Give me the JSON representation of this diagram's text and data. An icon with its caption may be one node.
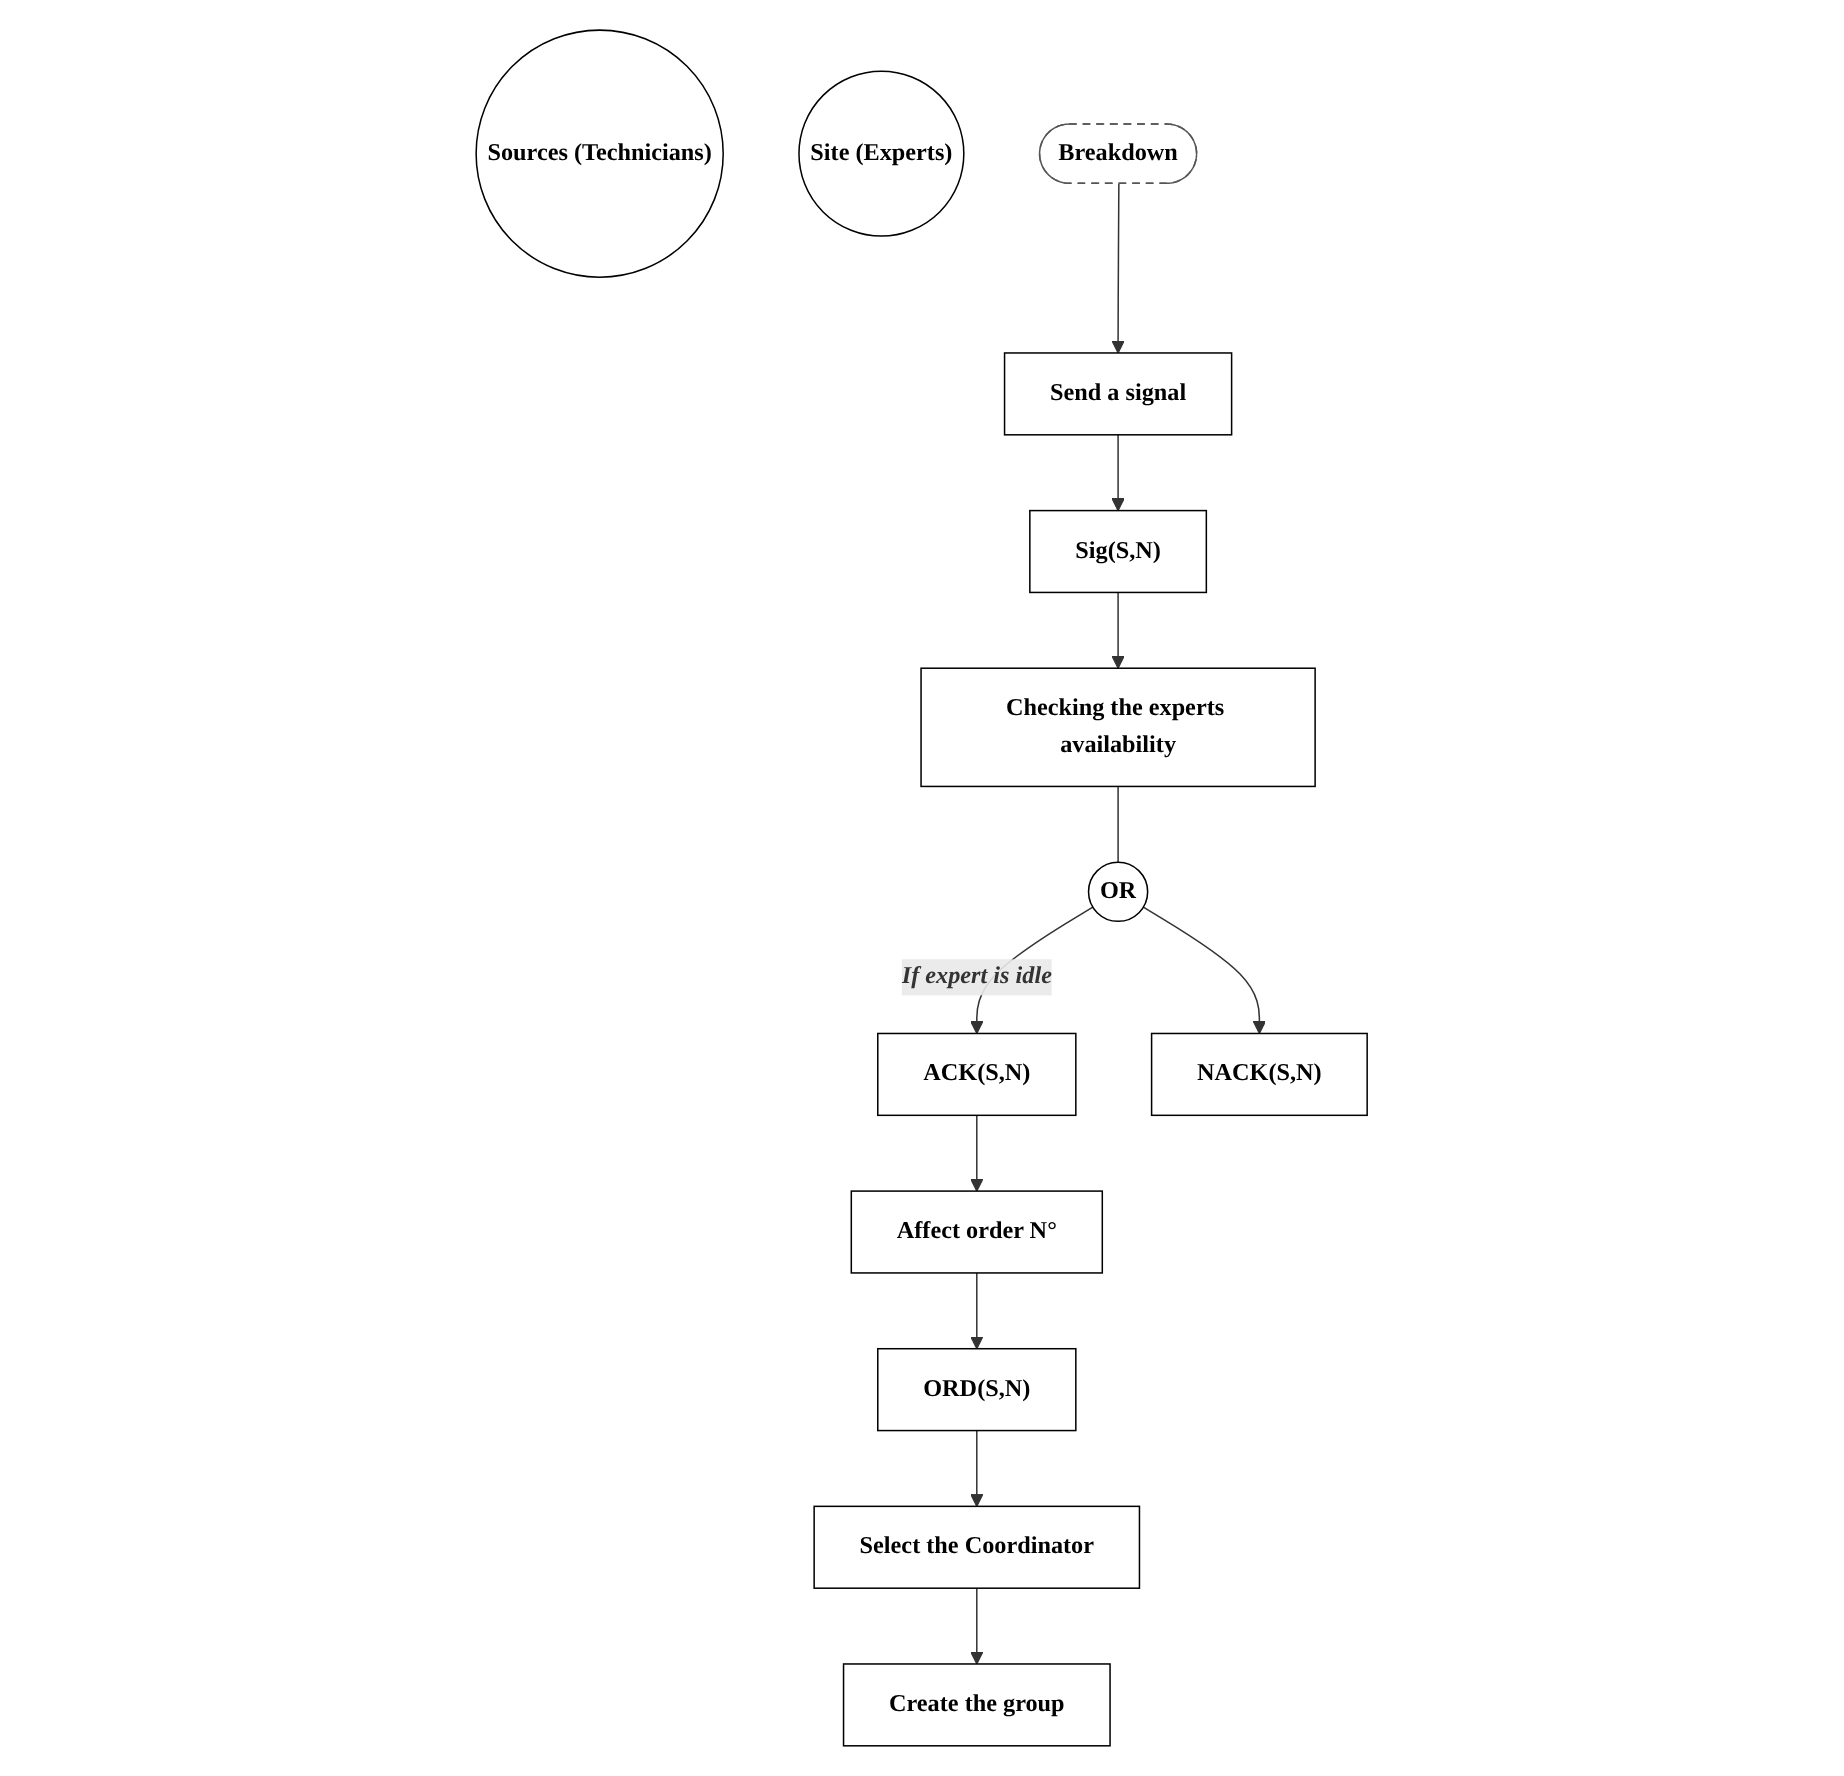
{
  "diagram": {
    "nodes": [
      {
        "text": [
          "Sources (Technicians)"
        ]
      },
      {
        "text": [
          "Site (Experts)"
        ]
      },
      {
        "text": [
          "Breakdown"
        ]
      },
      {
        "text": [
          "Checking the experts availability"
        ]
      },
      {
        "text": [
          "Send a signal"
        ]
      },
      {
        "text": [
          "Sig(S,N)"
        ]
      },
      {
        "text": [
          "OR"
        ]
      },
      {
        "text": [
          "ACK(S,N)"
        ]
      },
      {
        "text": [
          "NACK(S,N)"
        ]
      },
      {
        "text": [
          "Affect order N°"
        ]
      },
      {
        "text": [
          "ORD(S,N)"
        ]
      },
      {
        "text": [
          "Select the Coordinator"
        ]
      },
      {
        "text": [
          "Create the group"
        ]
      }
    ],
    "edges": [
      {
        "from": 2,
        "to": 4,
        "arrow": "to"
      },
      {
        "from": 4,
        "to": 5,
        "arrow": "to"
      },
      {
        "from": 5,
        "to": 3,
        "arrow": "to"
      },
      {
        "from": 3,
        "to": 6,
        "arrow": "none"
      },
      {
        "from": 6,
        "to": 7,
        "arrow": "to",
        "label": "If expert is idle"
      },
      {
        "from": 6,
        "to": 8,
        "arrow": "to"
      },
      {
        "from": 7,
        "to": 9,
        "arrow": "to"
      },
      {
        "from": 9,
        "to": 10,
        "arrow": "to"
      },
      {
        "from": 10,
        "to": 11,
        "arrow": "to"
      },
      {
        "from": 11,
        "to": 12,
        "arrow": "to"
      }
    ]
  }
}
